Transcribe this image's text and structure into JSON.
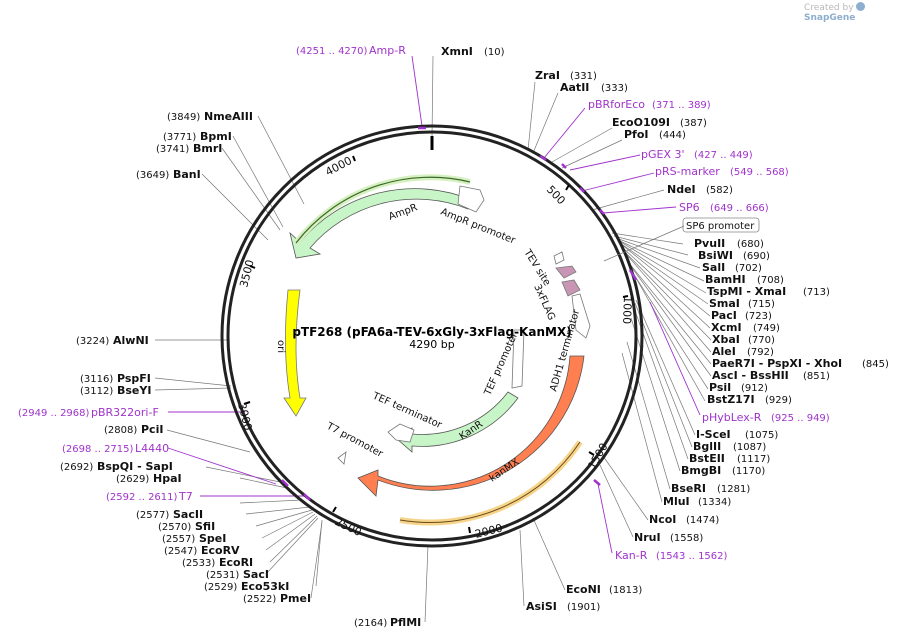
{
  "credit": {
    "prefix": "Created by",
    "brand": "SnapGene"
  },
  "map": {
    "title": "pTF268 (pFA6a-TEV-6xGly-3xFlag-KanMX)",
    "length": "4290 bp",
    "total_bp": 4290,
    "ticks": [
      "500",
      "1000",
      "1500",
      "2000",
      "2500",
      "3000",
      "3500",
      "4000"
    ]
  },
  "sites": [
    {
      "name": "XmnI",
      "pos": "(10)"
    },
    {
      "name": "ZraI",
      "pos": "(331)"
    },
    {
      "name": "AatII",
      "pos": "(333)"
    },
    {
      "name": "EcoO109I",
      "pos": "(387)"
    },
    {
      "name": "PfoI",
      "pos": "(444)"
    },
    {
      "name": "NdeI",
      "pos": "(582)"
    },
    {
      "name": "PvuII",
      "pos": "(680)"
    },
    {
      "name": "BsiWI",
      "pos": "(690)"
    },
    {
      "name": "SalI",
      "pos": "(702)"
    },
    {
      "name": "BamHI",
      "pos": "(708)"
    },
    {
      "name": "TspMI - XmaI",
      "pos": "(713)"
    },
    {
      "name": "SmaI",
      "pos": "(715)"
    },
    {
      "name": "PacI",
      "pos": "(723)"
    },
    {
      "name": "XcmI",
      "pos": "(749)"
    },
    {
      "name": "XbaI",
      "pos": "(770)"
    },
    {
      "name": "AleI",
      "pos": "(792)"
    },
    {
      "name": "PaeR7I - PspXI - XhoI",
      "pos": "(845)"
    },
    {
      "name": "AscI - BssHII",
      "pos": "(851)"
    },
    {
      "name": "PsiI",
      "pos": "(912)"
    },
    {
      "name": "BstZ17I",
      "pos": "(929)"
    },
    {
      "name": "I-SceI",
      "pos": "(1075)"
    },
    {
      "name": "BglII",
      "pos": "(1087)"
    },
    {
      "name": "BstEII",
      "pos": "(1117)"
    },
    {
      "name": "BmgBI",
      "pos": "(1170)"
    },
    {
      "name": "BseRI",
      "pos": "(1281)"
    },
    {
      "name": "MluI",
      "pos": "(1334)"
    },
    {
      "name": "NcoI",
      "pos": "(1474)"
    },
    {
      "name": "NruI",
      "pos": "(1558)"
    },
    {
      "name": "EcoNI",
      "pos": "(1813)"
    },
    {
      "name": "AsiSI",
      "pos": "(1901)"
    },
    {
      "name": "PflMI",
      "pos": "(2164)"
    },
    {
      "name": "PmeI",
      "pos": "(2522)"
    },
    {
      "name": "Eco53kI",
      "pos": "(2529)"
    },
    {
      "name": "SacI",
      "pos": "(2531)"
    },
    {
      "name": "EcoRI",
      "pos": "(2533)"
    },
    {
      "name": "EcoRV",
      "pos": "(2547)"
    },
    {
      "name": "SpeI",
      "pos": "(2557)"
    },
    {
      "name": "SfiI",
      "pos": "(2570)"
    },
    {
      "name": "SacII",
      "pos": "(2577)"
    },
    {
      "name": "BspQI - SapI",
      "pos": "(2692)"
    },
    {
      "name": "HpaI",
      "pos": "(2629)"
    },
    {
      "name": "PciI",
      "pos": "(2808)"
    },
    {
      "name": "BseYI",
      "pos": "(3112)"
    },
    {
      "name": "PspFI",
      "pos": "(3116)"
    },
    {
      "name": "AlwNI",
      "pos": "(3224)"
    },
    {
      "name": "BanI",
      "pos": "(3649)"
    },
    {
      "name": "BmrI",
      "pos": "(3741)"
    },
    {
      "name": "BpmI",
      "pos": "(3771)"
    },
    {
      "name": "NmeAIII",
      "pos": "(3849)"
    }
  ],
  "primers": [
    {
      "name": "Amp-R",
      "pos": "(4251 .. 4270)"
    },
    {
      "name": "pBRforEco",
      "pos": "(371 .. 389)"
    },
    {
      "name": "pGEX 3'",
      "pos": "(427 .. 449)"
    },
    {
      "name": "pRS-marker",
      "pos": "(549 .. 568)"
    },
    {
      "name": "SP6",
      "pos": "(649 .. 666)"
    },
    {
      "name": "pHybLex-R",
      "pos": "(925 .. 949)"
    },
    {
      "name": "Kan-R",
      "pos": "(1543 .. 1562)"
    },
    {
      "name": "T7",
      "pos": "(2592 .. 2611)"
    },
    {
      "name": "L4440",
      "pos": "(2698 .. 2715)"
    },
    {
      "name": "pBR322ori-F",
      "pos": "(2949 .. 2968)"
    }
  ],
  "features": {
    "sp6_promoter": "SP6 promoter",
    "ampr": "AmpR",
    "ampr_promoter": "AmpR promoter",
    "tev_site": "TEV site",
    "three_xflag": "3xFLAG",
    "adh1_terminator": "ADH1 terminator",
    "tef_promoter": "TEF promoter",
    "kanr": "KanR",
    "tef_terminator": "TEF terminator",
    "t7_promoter": "T7 promoter",
    "kanmx": "kanMX",
    "ori": "ori"
  },
  "colors": {
    "primer": "#a033cc",
    "ampr": "#c8f5c8",
    "ampr_stroke": "#3a8a3a",
    "ori": "#ffff00",
    "kanmx": "#ff7f50",
    "kanr": "#c8f5c8",
    "tag": "#c896b4",
    "promoter": "#ffffff"
  }
}
